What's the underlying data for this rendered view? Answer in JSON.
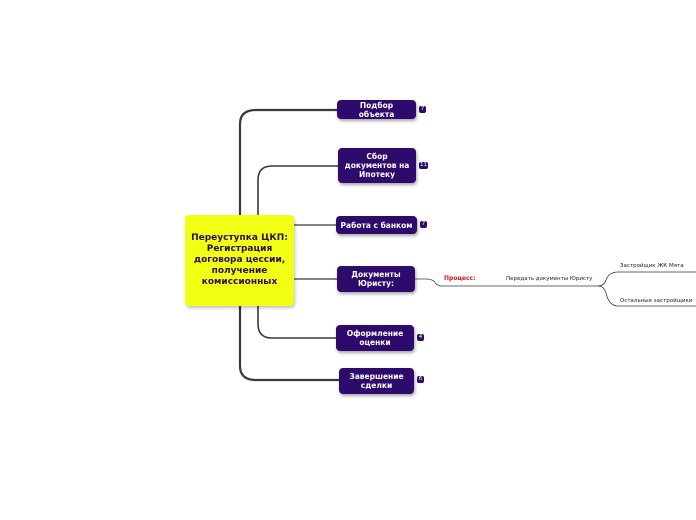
{
  "mindmap": {
    "root": {
      "label": "Переуступка ЦКП: Регистрация договора цессии, получение комиссионных"
    },
    "branches": [
      {
        "label": "Подбор объекта",
        "badge": "7"
      },
      {
        "label": "Сбор документов на Ипотеку",
        "badge": "11"
      },
      {
        "label": "Работа с банком",
        "badge": "7"
      },
      {
        "label": "Документы Юристу:",
        "badge": ""
      },
      {
        "label": "Оформление оценки",
        "badge": "4"
      },
      {
        "label": "Завершение сделки",
        "badge": "6"
      }
    ],
    "process": {
      "label": "Процесс:",
      "step": "Передать документы Юристу",
      "children": [
        "Застройщик ЖК Мята",
        "Остальные застройщики"
      ]
    }
  },
  "colors": {
    "root_fill": "#f0ff14",
    "node_fill": "#2d0a6b",
    "process_label": "#e0101a",
    "connector": "#3a3a3a"
  }
}
